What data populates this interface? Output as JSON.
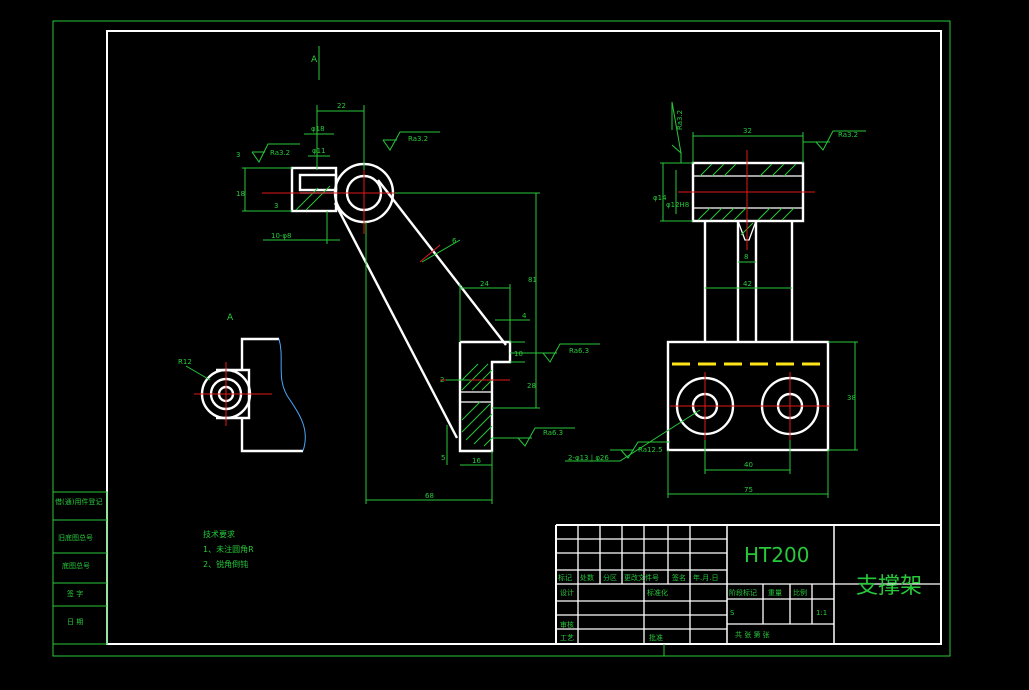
{
  "drawing": {
    "material": "HT200",
    "part_name": "支撑架",
    "view_label": "A",
    "tech_req_title": "技术要求",
    "tech_req_1": "1、未注圆角R",
    "tech_req_2": "2、锐角倒钝"
  },
  "title_block": {
    "row_labels": [
      "标记",
      "处数",
      "分区",
      "更改文件号",
      "签名",
      "年.月.日"
    ],
    "design": "设计",
    "standard": "标准化",
    "review": "审核",
    "process": "工艺",
    "approve": "批准",
    "stage_mark": "阶段标记",
    "weight": "重量",
    "ratio": "比例",
    "stage_value": "S",
    "scale": "1:1",
    "sheets": "共  张  第  张"
  },
  "side_block": [
    "借(通)用件登记",
    "旧底图总号",
    "底图总号",
    "签  字",
    "日  期"
  ],
  "roughness": {
    "ra32": "Ra3.2",
    "ra63": "Ra6.3",
    "ra125": "Ra12.5"
  },
  "dimensions": {
    "d22": "22",
    "d18_top": "φ18",
    "d11": "φ11",
    "d3a": "3",
    "d18": "18",
    "d3b": "3",
    "d10": "10-φ8",
    "d6": "6",
    "d81": "81",
    "d24": "24",
    "d4": "4",
    "d10b": "10",
    "d28": "28",
    "d2": "2",
    "d5": "5",
    "d16": "16",
    "d68": "68",
    "r12": "R12",
    "d32": "32",
    "d14": "φ14",
    "d12h": "φ12H8",
    "d8": "8",
    "d42": "42",
    "d38": "38",
    "d40": "40",
    "d75": "75",
    "holes": "2-φ13 | φ26"
  }
}
